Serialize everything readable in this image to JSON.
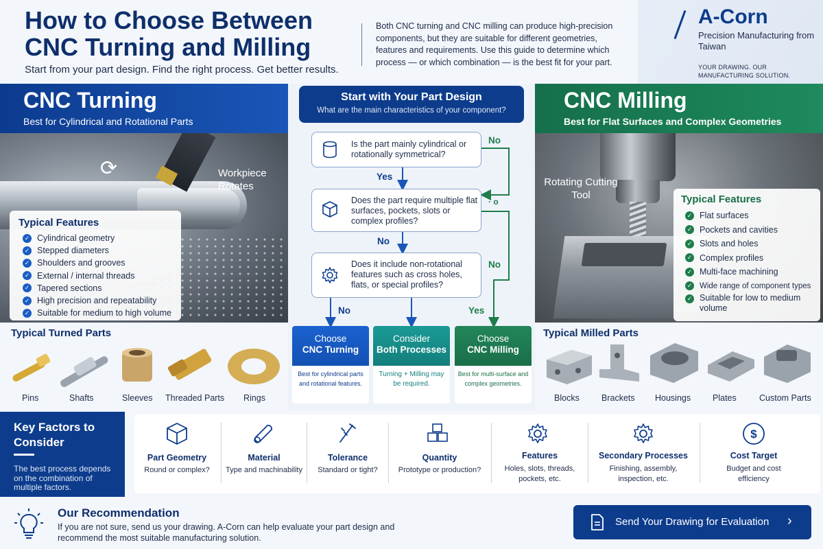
{
  "header": {
    "title": "How to Choose Between CNC Turning and Milling",
    "tagline": "Start from your part design. Find the right process. Get better results.",
    "intro": "Both CNC turning and CNC milling can produce high-precision components, but they are suitable for different geometries, features and requirements. Use this guide to determine which process — or which combination — is the best fit for your part."
  },
  "brand": {
    "name": "A-Corn",
    "subtitle": "Precision Manufacturing from Taiwan",
    "slogan": "YOUR DRAWING. OUR MANUFACTURING SOLUTION."
  },
  "turning": {
    "title": "CNC Turning",
    "subtitle": "Best for Cylindrical and Rotational Parts",
    "photo_label": "Workpiece Rotates",
    "features_title": "Typical Features",
    "features": [
      "Cylindrical geometry",
      "Stepped diameters",
      "Shoulders and grooves",
      "External / internal threads",
      "Tapered sections",
      "High precision and repeatability",
      "Suitable for medium to high volume"
    ],
    "parts_title": "Typical Turned Parts",
    "parts": [
      "Pins",
      "Shafts",
      "Sleeves",
      "Threaded Parts",
      "Rings"
    ]
  },
  "milling": {
    "title": "CNC Milling",
    "subtitle": "Best for Flat Surfaces and Complex Geometries",
    "photo_label": "Rotating Cutting Tool",
    "features_title": "Typical Features",
    "features": [
      "Flat surfaces",
      "Pockets and cavities",
      "Slots and holes",
      "Complex profiles",
      "Multi-face machining",
      "Wide range of component types",
      "Suitable for low to medium volume"
    ],
    "parts_title": "Typical Milled Parts",
    "parts": [
      "Blocks",
      "Brackets",
      "Housings",
      "Plates",
      "Custom Parts"
    ]
  },
  "flow": {
    "title": "Start with Your Part Design",
    "subtitle": "What are the main characteristics of your component?",
    "q1": "Is the part mainly cylindrical or rotationally symmetrical?",
    "q2": "Does the part require multiple flat surfaces, pockets, slots or complex profiles?",
    "q3": "Does it include non-rotational features such as cross holes, flats, or special profiles?",
    "labels": {
      "q1_no": "No",
      "q1_yes": "Yes",
      "q2_no": "No",
      "q2_side": "· o",
      "q3_side_no": "No",
      "q3_no": "No",
      "q3_yes": "Yes"
    },
    "results": [
      {
        "line1": "Choose",
        "line2": "CNC Turning",
        "note": "Best for cylindrical parts and rotational features."
      },
      {
        "line1": "Consider",
        "line2": "Both Processes",
        "note": "Turning + Milling may be required."
      },
      {
        "line1": "Choose",
        "line2": "CNC Milling",
        "note": "Best for multi-surface and complex geometries."
      }
    ]
  },
  "key_factors": {
    "title": "Key Factors to Consider",
    "description": "The best process depends on the combination of multiple factors.",
    "items": [
      {
        "title": "Part Geometry",
        "desc": "Round or complex?"
      },
      {
        "title": "Material",
        "desc": "Type and machinability"
      },
      {
        "title": "Tolerance",
        "desc": "Standard or tight?"
      },
      {
        "title": "Quantity",
        "desc": "Prototype or production?"
      },
      {
        "title": "Features",
        "desc": "Holes, slots, threads, pockets, etc."
      },
      {
        "title": "Secondary Processes",
        "desc": "Finishing, assembly, inspection, etc."
      },
      {
        "title": "Cost Target",
        "desc": "Budget and cost efficiency"
      }
    ]
  },
  "recommendation": {
    "title": "Our Recommendation",
    "text": "If you are not sure, send us your drawing. A-Corn can help evaluate your part design and recommend the most suitable manufacturing solution."
  },
  "cta": {
    "label": "Send Your Drawing for Evaluation"
  },
  "colors": {
    "navy": "#0d3c8c",
    "turning_blue": "#1a56b8",
    "milling_green": "#1e8a5d",
    "teal": "#147f7c",
    "background": "#f3f6fb"
  }
}
